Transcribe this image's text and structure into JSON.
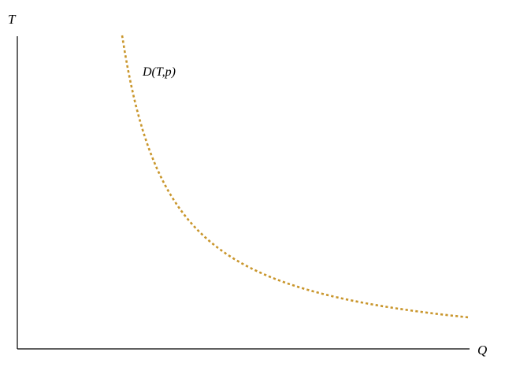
{
  "chart_data": {
    "type": "line",
    "title": "",
    "xlabel": "Q",
    "ylabel": "T",
    "grid": false,
    "ticks": false,
    "series": [
      {
        "name": "D(T,p)",
        "style": "dotted",
        "color": "#C9962C",
        "points": [
          [
            1.0,
            10.0
          ],
          [
            1.4,
            7.14
          ],
          [
            2.0,
            5.0
          ],
          [
            3.0,
            3.33
          ],
          [
            4.0,
            2.5
          ],
          [
            5.0,
            2.0
          ],
          [
            6.0,
            1.67
          ],
          [
            7.0,
            1.43
          ],
          [
            8.0,
            1.25
          ]
        ]
      }
    ],
    "annotations": [
      {
        "text": "D(T,p)"
      }
    ]
  }
}
